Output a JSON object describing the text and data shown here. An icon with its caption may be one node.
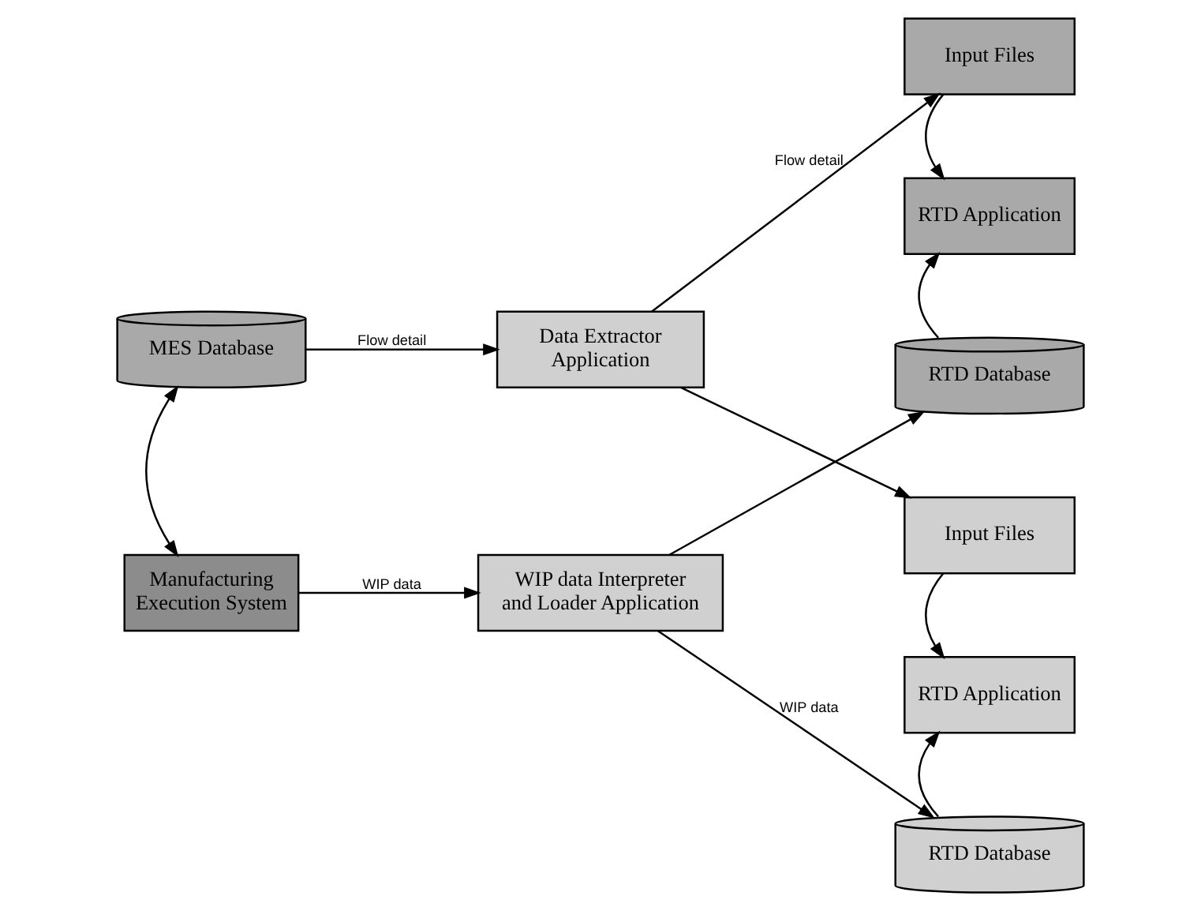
{
  "diagram": {
    "nodes": [
      {
        "text": [
          "MES Database"
        ]
      },
      {
        "text": [
          "Manufacturing Execution System"
        ]
      },
      {
        "text": [
          "Data Extractor Application"
        ]
      },
      {
        "text": [
          "WIP data Interpreter and Loader Application"
        ]
      },
      {
        "text": [
          "Input Files"
        ]
      },
      {
        "text": [
          "RTD Application"
        ]
      },
      {
        "text": [
          "RTD Database"
        ]
      },
      {
        "text": [
          "Input Files"
        ]
      },
      {
        "text": [
          "RTD Application"
        ]
      },
      {
        "text": [
          "RTD Database"
        ]
      }
    ],
    "edges": [
      {
        "from": 0,
        "to": 1,
        "arrow": "both"
      },
      {
        "from": 0,
        "to": 2,
        "arrow": "to",
        "label": "Flow detail"
      },
      {
        "from": 1,
        "to": 3,
        "arrow": "to",
        "label": "WIP data"
      },
      {
        "from": 2,
        "to": 4,
        "arrow": "to",
        "label": "Flow detail"
      },
      {
        "from": 2,
        "to": 7,
        "arrow": "to"
      },
      {
        "from": 3,
        "to": 6,
        "arrow": "to"
      },
      {
        "from": 3,
        "to": 9,
        "arrow": "to",
        "label": "WIP data"
      },
      {
        "from": 4,
        "to": 5,
        "arrow": "to"
      },
      {
        "from": 6,
        "to": 5,
        "arrow": "to"
      },
      {
        "from": 7,
        "to": 8,
        "arrow": "to"
      },
      {
        "from": 9,
        "to": 8,
        "arrow": "to"
      }
    ]
  }
}
